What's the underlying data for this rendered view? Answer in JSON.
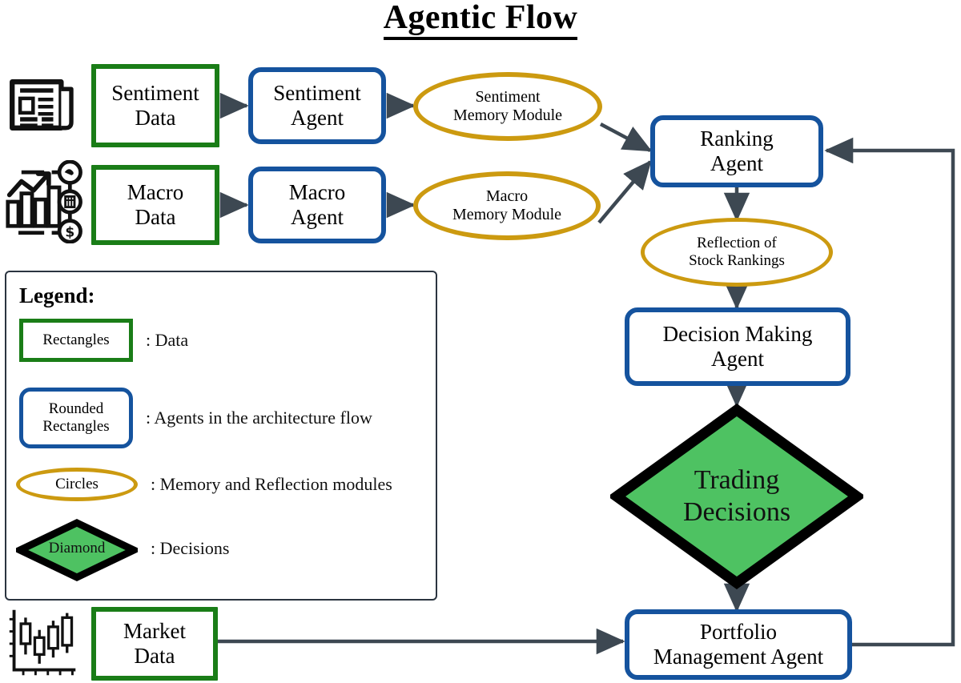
{
  "title": "Agentic Flow",
  "colors": {
    "data_green": "#1a7d17",
    "agent_blue": "#15539e",
    "memory_gold": "#cc9a10",
    "decision_green_fill": "#4ec262",
    "decision_outline": "#000000",
    "arrow_gray": "#3d4852",
    "text_black": "#000000",
    "background": "#ffffff"
  },
  "nodes": {
    "sentiment_data": "Sentiment\nData",
    "sentiment_data_line1": "Sentiment",
    "sentiment_data_line2": "Data",
    "sentiment_agent_line1": "Sentiment",
    "sentiment_agent_line2": "Agent",
    "sentiment_memory_line1": "Sentiment",
    "sentiment_memory_line2": "Memory Module",
    "macro_data_line1": "Macro",
    "macro_data_line2": "Data",
    "macro_agent_line1": "Macro",
    "macro_agent_line2": "Agent",
    "macro_memory_line1": "Macro",
    "macro_memory_line2": "Memory Module",
    "ranking_agent_line1": "Ranking",
    "ranking_agent_line2": "Agent",
    "reflection_line1": "Reflection of",
    "reflection_line2": "Stock Rankings",
    "decision_agent_line1": "Decision Making",
    "decision_agent_line2": "Agent",
    "trading_decisions_line1": "Trading",
    "trading_decisions_line2": "Decisions",
    "portfolio_agent_line1": "Portfolio",
    "portfolio_agent_line2": "Management Agent",
    "market_data_line1": "Market",
    "market_data_line2": "Data"
  },
  "legend": {
    "title": "Legend:",
    "items": [
      {
        "swatch_label": "Rectangles",
        "description": ": Data",
        "shape": "rectangle"
      },
      {
        "swatch_label_line1": "Rounded",
        "swatch_label_line2": "Rectangles",
        "description": ": Agents in the architecture flow",
        "shape": "rounded-rectangle"
      },
      {
        "swatch_label": "Circles",
        "description": ": Memory and Reflection modules",
        "shape": "ellipse"
      },
      {
        "swatch_label": "Diamond",
        "description": ": Decisions",
        "shape": "diamond"
      }
    ]
  },
  "icons": {
    "sentiment_source": "newspaper-icon",
    "macro_source": "macro-economics-icon",
    "market_source": "candlestick-chart-icon"
  },
  "edges": [
    {
      "from": "sentiment_data",
      "to": "sentiment_agent"
    },
    {
      "from": "sentiment_agent",
      "to": "sentiment_memory"
    },
    {
      "from": "sentiment_memory",
      "to": "ranking_agent"
    },
    {
      "from": "macro_data",
      "to": "macro_agent"
    },
    {
      "from": "macro_agent",
      "to": "macro_memory"
    },
    {
      "from": "macro_memory",
      "to": "ranking_agent"
    },
    {
      "from": "ranking_agent",
      "to": "reflection"
    },
    {
      "from": "reflection",
      "to": "decision_agent"
    },
    {
      "from": "decision_agent",
      "to": "trading_decisions"
    },
    {
      "from": "trading_decisions",
      "to": "portfolio_agent"
    },
    {
      "from": "market_data",
      "to": "portfolio_agent"
    },
    {
      "from": "portfolio_agent",
      "to": "ranking_agent",
      "style": "feedback-loop"
    }
  ]
}
